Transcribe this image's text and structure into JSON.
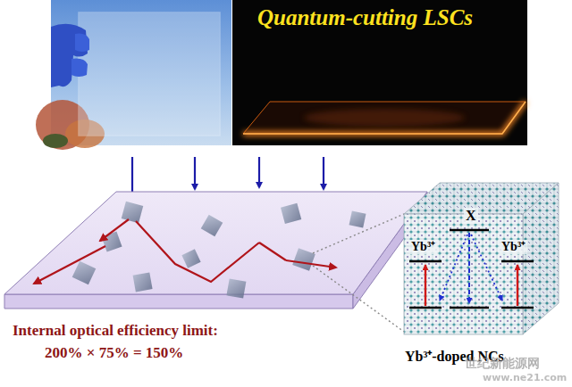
{
  "diagram": {
    "nodes": [
      {
        "text": [
          "Quantum-cutting LSCs"
        ]
      },
      {
        "text": [
          "X",
          "Yb³⁺",
          "Yb³⁺",
          "Yb³⁺-doped NCs"
        ]
      }
    ],
    "labels": [
      "Internal optical efficiency limit:",
      "200% × 75% = 150%",
      "世纪新能源网",
      "www.ne21.com"
    ]
  }
}
